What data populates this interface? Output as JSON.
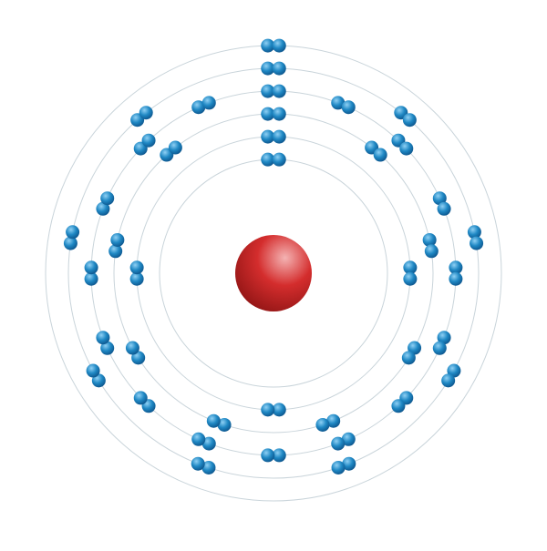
{
  "colors": {
    "background": "#ffffff",
    "orbit": "#c9d4da",
    "electron": "#1f88c4",
    "electron_dark": "#0b4f86",
    "electron_light": "#8fd0f4",
    "nucleus": "#d42d2d",
    "nucleus_dark": "#8e1414",
    "nucleus_light": "#f4b3b3"
  },
  "shells": [
    {
      "name": "shell-1",
      "electrons": 2
    },
    {
      "name": "shell-2",
      "electrons": 8
    },
    {
      "name": "shell-3",
      "electrons": 18
    },
    {
      "name": "shell-4",
      "electrons": 32
    },
    {
      "name": "shell-5",
      "electrons": 18
    },
    {
      "name": "shell-6",
      "electrons": 2
    }
  ]
}
